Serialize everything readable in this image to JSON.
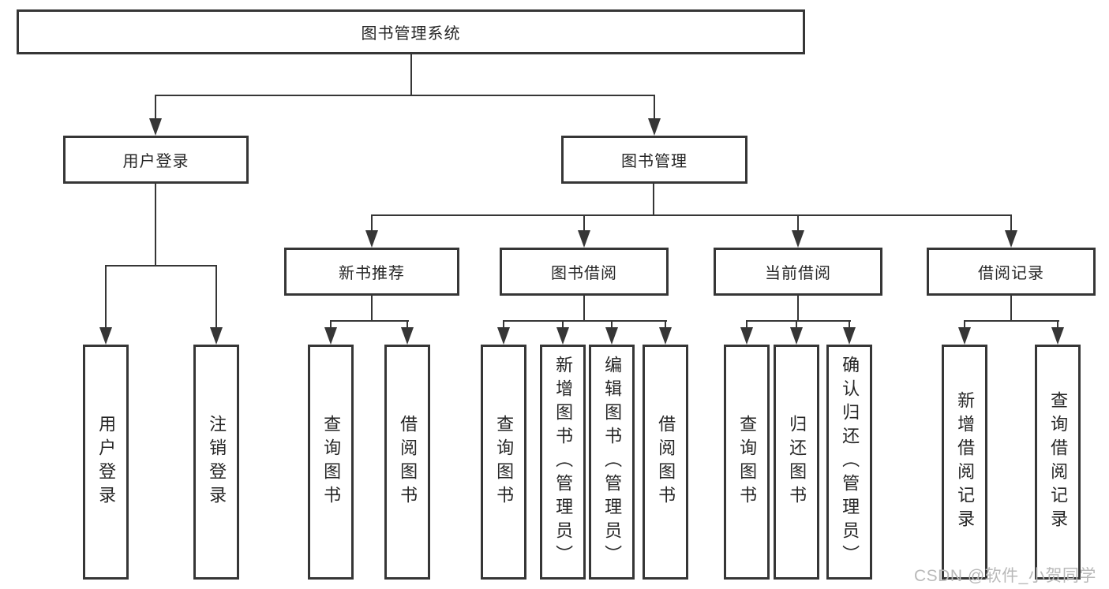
{
  "root": {
    "label": "图书管理系统"
  },
  "branches": [
    {
      "label": "用户登录"
    },
    {
      "label": "图书管理"
    }
  ],
  "modules": [
    {
      "label": "新书推荐"
    },
    {
      "label": "图书借阅"
    },
    {
      "label": "当前借阅"
    },
    {
      "label": "借阅记录"
    }
  ],
  "leaves": [
    {
      "label": "用户登录"
    },
    {
      "label": "注销登录"
    },
    {
      "label": "查询图书"
    },
    {
      "label": "借阅图书"
    },
    {
      "label": "查询图书"
    },
    {
      "label": "新增图书（管理员）"
    },
    {
      "label": "编辑图书（管理员）"
    },
    {
      "label": "借阅图书"
    },
    {
      "label": "查询图书"
    },
    {
      "label": "归还图书"
    },
    {
      "label": "确认归还（管理员）"
    },
    {
      "label": "新增借阅记录"
    },
    {
      "label": "查询借阅记录"
    }
  ],
  "watermark": "CSDN @软件_小贺同学",
  "colors": {
    "line": "#363636",
    "text": "#262626",
    "background": "#ffffff",
    "watermark": "#b9b9b9"
  }
}
